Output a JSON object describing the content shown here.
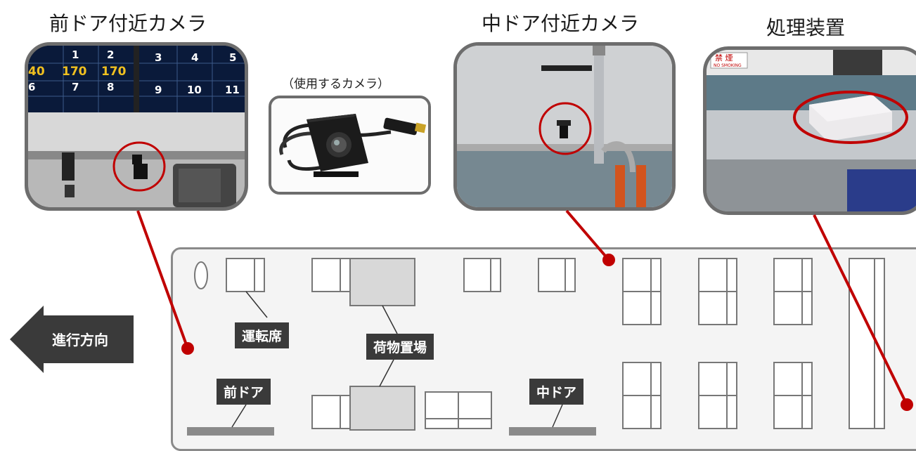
{
  "cameras": {
    "front_title": "前ドア付近カメラ",
    "middle_title": "中ドア付近カメラ",
    "processor_title": "処理装置",
    "used_camera_caption": "（使用するカメラ）"
  },
  "scoreboard": {
    "row1": [
      "1",
      "2",
      "3",
      "4",
      "5"
    ],
    "row2": [
      "40",
      "170",
      "170"
    ],
    "row3": [
      "6",
      "7",
      "8",
      "9",
      "10",
      "11"
    ]
  },
  "sign": {
    "line1": "禁 煙",
    "line2": "NO SMOKING"
  },
  "bus_labels": {
    "driver_seat": "運転席",
    "luggage_area": "荷物置場",
    "front_door": "前ドア",
    "middle_door": "中ドア"
  },
  "direction": {
    "label": "進行方向"
  },
  "colors": {
    "accent_red": "#c00000",
    "label_bg": "#3a3a3a",
    "bus_outline": "#8a8a8a",
    "bus_fill": "#f4f4f4",
    "luggage_fill": "#d8d8d8"
  }
}
